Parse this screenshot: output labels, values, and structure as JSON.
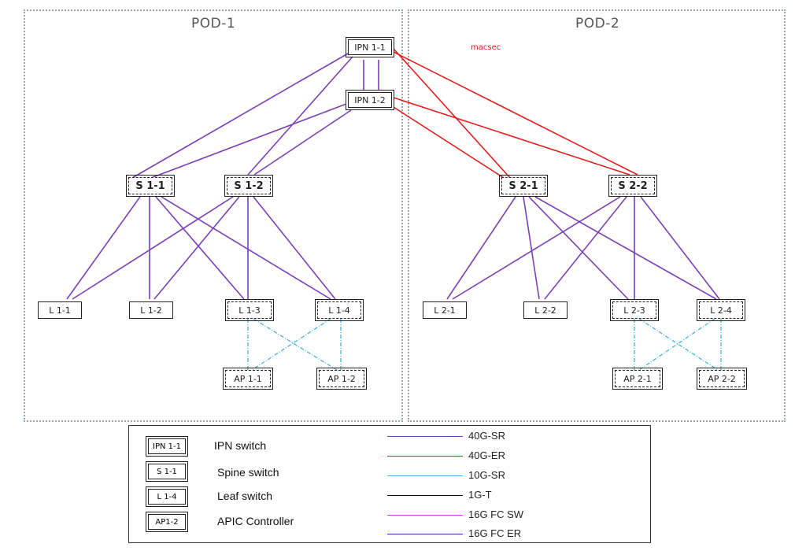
{
  "pods": [
    {
      "title": "POD-1"
    },
    {
      "title": "POD-2"
    }
  ],
  "macsec_label": "macsec",
  "nodes": {
    "ipn11": "IPN 1-1",
    "ipn12": "IPN 1-2",
    "s11": "S 1-1",
    "s12": "S 1-2",
    "s21": "S 2-1",
    "s22": "S 2-2",
    "l11": "L 1-1",
    "l12": "L 1-2",
    "l13": "L 1-3",
    "l14": "L 1-4",
    "l21": "L 2-1",
    "l22": "L 2-2",
    "l23": "L 2-3",
    "l24": "L 2-4",
    "ap11": "AP 1-1",
    "ap12": "AP 1-2",
    "ap21": "AP 2-1",
    "ap22": "AP 2-2"
  },
  "legend": {
    "devices": [
      {
        "box": "IPN 1-1",
        "label": "IPN switch"
      },
      {
        "box": "S 1-1",
        "label": "Spine switch"
      },
      {
        "box": "L 1-4",
        "label": "Leaf switch"
      },
      {
        "box": "AP1-2",
        "label": "APIC Controller"
      }
    ],
    "links": [
      {
        "label": "40G-SR",
        "color": "#7a3fb5"
      },
      {
        "label": "40G-ER",
        "color": "#e0201e"
      },
      {
        "label": "10G-SR",
        "color": "#46b4d8"
      },
      {
        "label": "1G-T",
        "color": "#111111"
      },
      {
        "label": "16G FC SW",
        "color": "#d040e0"
      },
      {
        "label": "16G FC ER",
        "color": "#2a2ad0"
      }
    ]
  },
  "colors": {
    "link_40g_sr": "#7a3fb5",
    "link_40g_er": "#e0201e",
    "link_10g_sr": "#46b4d8"
  }
}
